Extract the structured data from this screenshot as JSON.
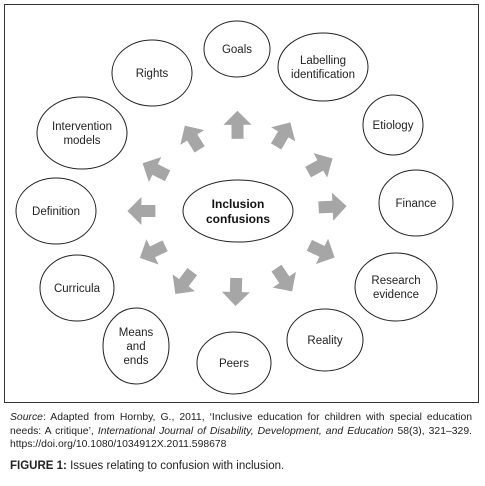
{
  "center": {
    "line1": "Inclusion",
    "line2": "confusions"
  },
  "nodes": [
    {
      "id": "goals",
      "lines": [
        "Goals"
      ]
    },
    {
      "id": "labelling",
      "lines": [
        "Labelling",
        "identification"
      ]
    },
    {
      "id": "etiology",
      "lines": [
        "Etiology"
      ]
    },
    {
      "id": "finance",
      "lines": [
        "Finance"
      ]
    },
    {
      "id": "research",
      "lines": [
        "Research",
        "evidence"
      ]
    },
    {
      "id": "reality",
      "lines": [
        "Reality"
      ]
    },
    {
      "id": "peers",
      "lines": [
        "Peers"
      ]
    },
    {
      "id": "means",
      "lines": [
        "Means",
        "and",
        "ends"
      ]
    },
    {
      "id": "curricula",
      "lines": [
        "Curricula"
      ]
    },
    {
      "id": "definition",
      "lines": [
        "Definition"
      ]
    },
    {
      "id": "intervention",
      "lines": [
        "Intervention",
        "models"
      ]
    },
    {
      "id": "rights",
      "lines": [
        "Rights"
      ]
    }
  ],
  "caption": {
    "source_label": "Source",
    "source_text_1": ": Adapted from Hornby, G., 2011, ‘Inclusive education for children with special education needs: A critique’, ",
    "source_journal": "International Journal of Disability, Development, and Education",
    "source_text_2": " 58(3), 321–329. https://doi.org/10.1080/1034912X.2011.598678",
    "figure_label": "FIGURE 1:",
    "figure_text": " Issues relating to confusion with inclusion."
  },
  "colors": {
    "arrow": "#a6a6a6",
    "stroke": "#222222"
  }
}
